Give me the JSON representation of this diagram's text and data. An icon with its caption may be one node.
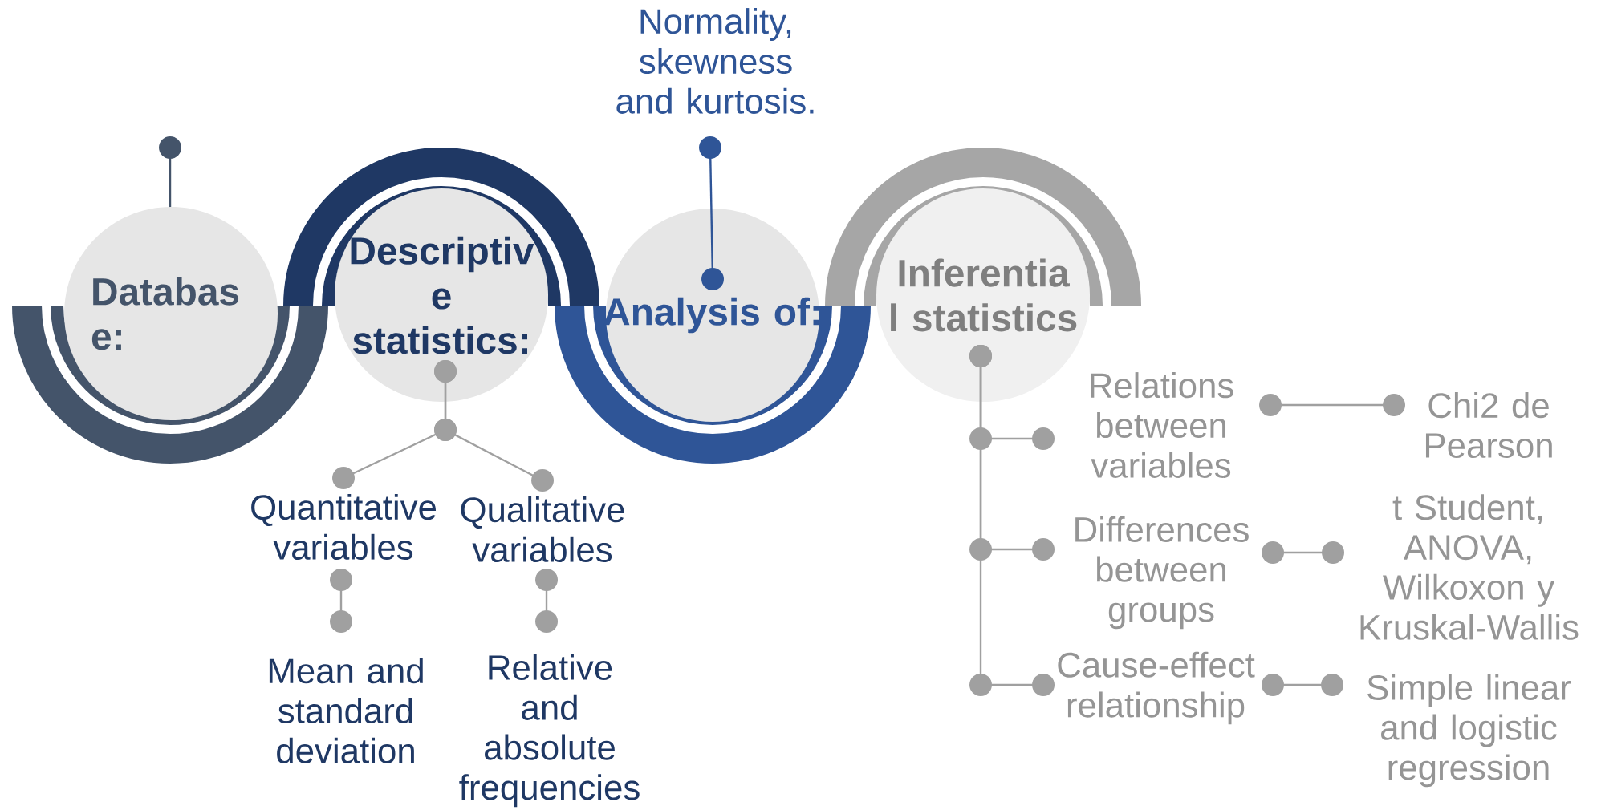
{
  "diagram": {
    "nodes": [
      {
        "text": [
          "Databas e:"
        ]
      },
      {
        "text": [
          "Descriptiv e statistics:"
        ]
      },
      {
        "text": [
          "Analysis of:"
        ]
      },
      {
        "text": [
          "Inferentia l statistics"
        ]
      },
      {
        "text": [
          "Normality, skewness and kurtosis."
        ]
      },
      {
        "text": [
          "Quantitative variables"
        ]
      },
      {
        "text": [
          "Qualitative variables"
        ]
      },
      {
        "text": [
          "Mean and standard deviation"
        ]
      },
      {
        "text": [
          "Relative and absolute frequencies"
        ]
      },
      {
        "text": [
          "Relations between variables"
        ]
      },
      {
        "text": [
          "Differences between groups"
        ]
      },
      {
        "text": [
          "Cause-effect relationship"
        ]
      },
      {
        "text": [
          "Chi2 de Pearson"
        ]
      },
      {
        "text": [
          "t Student, ANOVA, Wilkoxon y Kruskal-Wallis"
        ]
      },
      {
        "text": [
          "Simple linear and logistic regression"
        ]
      }
    ],
    "edges": [
      {
        "from": 4,
        "to": 2,
        "arrow": "other",
        "color": "#2f5597"
      },
      {
        "from": 1,
        "to": 5,
        "arrow": "other"
      },
      {
        "from": 1,
        "to": 6,
        "arrow": "other"
      },
      {
        "from": 5,
        "to": 7,
        "arrow": "other"
      },
      {
        "from": 6,
        "to": 8,
        "arrow": "other"
      },
      {
        "from": 3,
        "to": 9,
        "arrow": "other"
      },
      {
        "from": 3,
        "to": 10,
        "arrow": "other"
      },
      {
        "from": 3,
        "to": 11,
        "arrow": "other"
      },
      {
        "from": 9,
        "to": 12,
        "arrow": "other"
      },
      {
        "from": 10,
        "to": 13,
        "arrow": "other"
      },
      {
        "from": 11,
        "to": 14,
        "arrow": "other"
      }
    ]
  }
}
